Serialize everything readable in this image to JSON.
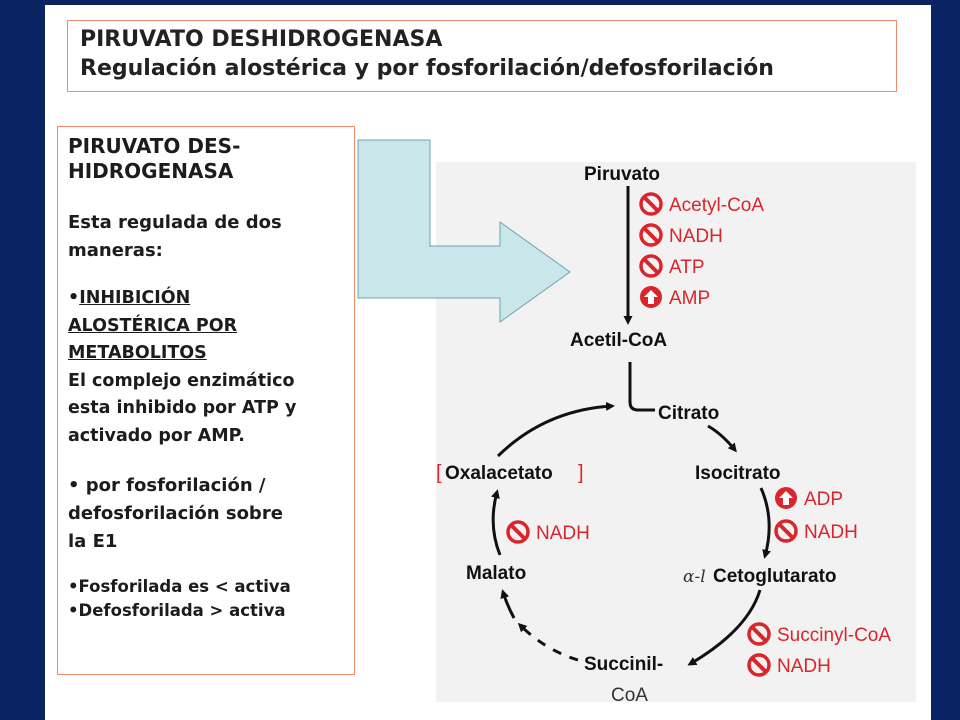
{
  "title": {
    "line1": "PIRUVATO DESHIDROGENASA",
    "line2": "Regulación alostérica y por fosforilación/defosforilación"
  },
  "left_panel": {
    "heading_line1": "PIRUVATO DES-",
    "heading_line2": "HIDROGENASA",
    "intro_line1": "Esta regulada de dos",
    "intro_line2": "maneras:",
    "bullet1_prefix": "•",
    "bullet1_title_line1": "INHIBICIÓN",
    "bullet1_title_line2": "ALOSTÉRICA POR",
    "bullet1_title_line3": "METABOLITOS",
    "bullet1_text_line1": "El complejo enzimático",
    "bullet1_text_line2": "esta inhibido por ATP y",
    "bullet1_text_line3": "activado por AMP.",
    "bullet2_line1": "• por fosforilación /",
    "bullet2_line2": "defosforilación sobre",
    "bullet2_line3": "la E1",
    "note1": "•Fosforilada es < activa",
    "note2": "•Defosforilada > activa"
  },
  "diagram": {
    "piruvato": "Piruvato",
    "acetil_coa": "Acetil-CoA",
    "citrato": "Citrato",
    "isocitrato": "Isocitrato",
    "alpha_prefix": "α-l",
    "cetoglutarato": "Cetoglutarato",
    "succinil": "Succinil-",
    "coa": "CoA",
    "malato": "Malato",
    "oxalacetato": "Oxalacetato",
    "bracket_open": "[",
    "bracket_close": "]",
    "pdh_regulators": [
      {
        "label": "Acetyl-CoA",
        "effect": "inhibit"
      },
      {
        "label": "NADH",
        "effect": "inhibit"
      },
      {
        "label": "ATP",
        "effect": "inhibit"
      },
      {
        "label": "AMP",
        "effect": "activate"
      }
    ],
    "isocitrate_regulators": [
      {
        "label": "ADP",
        "effect": "activate"
      },
      {
        "label": "NADH",
        "effect": "inhibit"
      }
    ],
    "ketoglutarate_regulators": [
      {
        "label": "Succinyl-CoA",
        "effect": "inhibit"
      },
      {
        "label": "NADH",
        "effect": "inhibit"
      }
    ],
    "malate_regulators": [
      {
        "label": "NADH",
        "effect": "inhibit"
      }
    ]
  },
  "colors": {
    "background": "#0a2463",
    "box_border": "#f08c6e",
    "regulator_red": "#d9252b",
    "arrow_fill": "#c9e6ea",
    "arrow_stroke": "#6fa3b0"
  }
}
